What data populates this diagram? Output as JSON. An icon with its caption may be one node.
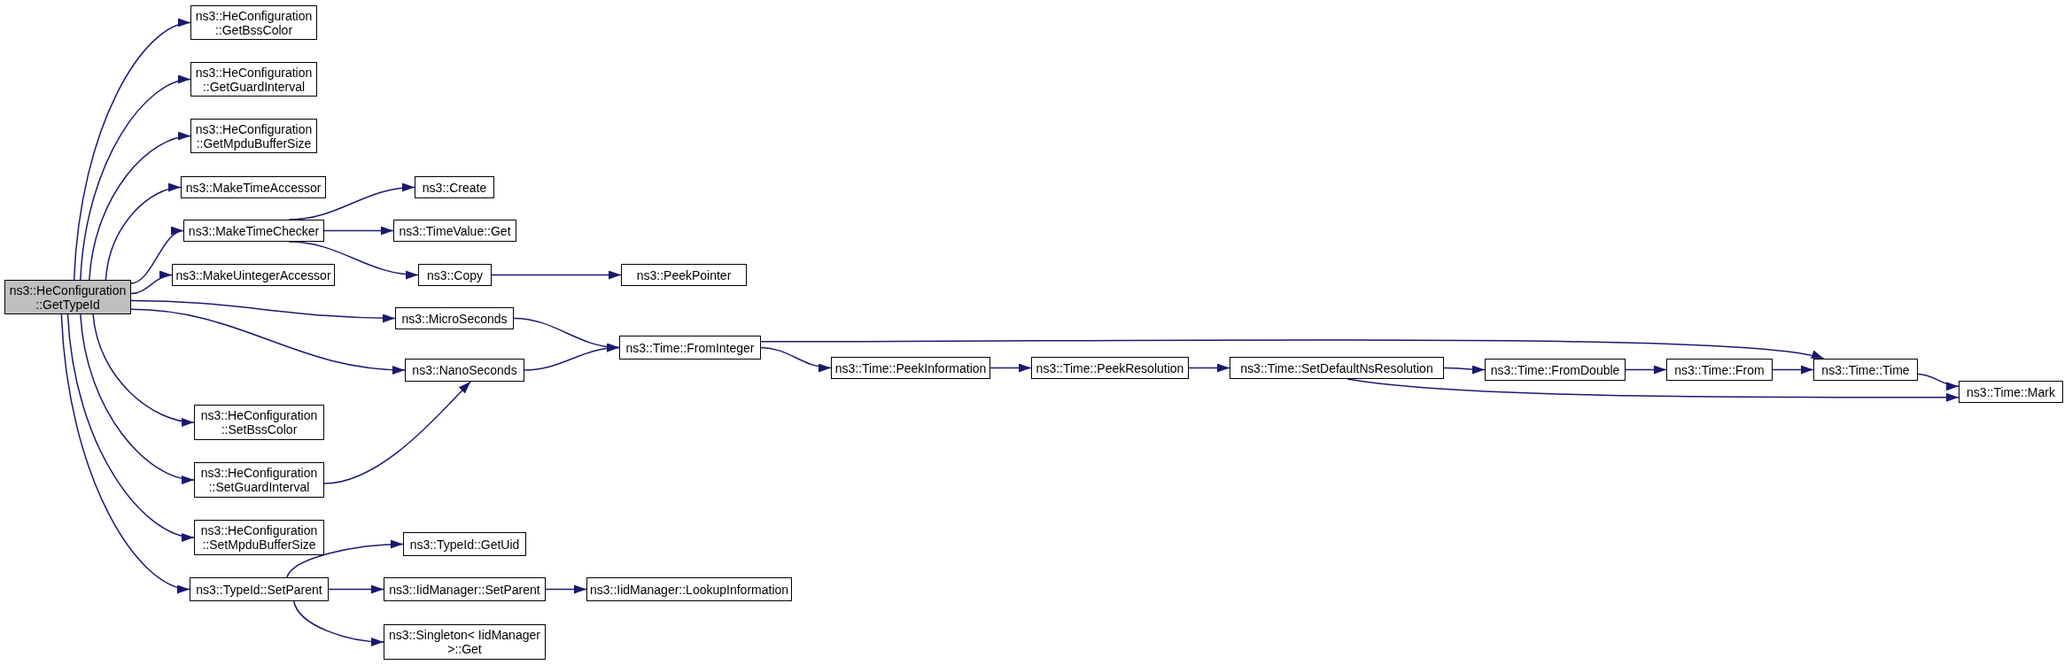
{
  "diagram": {
    "nodes": [
      {
        "text": [
          "ns3::HeConfiguration ::GetTypeId"
        ]
      },
      {
        "text": [
          "ns3::HeConfiguration ::GetBssColor"
        ]
      },
      {
        "text": [
          "ns3::HeConfiguration ::GetGuardInterval"
        ]
      },
      {
        "text": [
          "ns3::HeConfiguration ::GetMpduBufferSize"
        ]
      },
      {
        "text": [
          "ns3::MakeTimeAccessor"
        ]
      },
      {
        "text": [
          "ns3::MakeTimeChecker"
        ]
      },
      {
        "text": [
          "ns3::MakeUintegerAccessor"
        ]
      },
      {
        "text": [
          "ns3::MicroSeconds"
        ]
      },
      {
        "text": [
          "ns3::NanoSeconds"
        ]
      },
      {
        "text": [
          "ns3::HeConfiguration ::SetBssColor"
        ]
      },
      {
        "text": [
          "ns3::HeConfiguration ::SetGuardInterval"
        ]
      },
      {
        "text": [
          "ns3::HeConfiguration ::SetMpduBufferSize"
        ]
      },
      {
        "text": [
          "ns3::TypeId::SetParent"
        ]
      },
      {
        "text": [
          "ns3::Create"
        ]
      },
      {
        "text": [
          "ns3::TimeValue::Get"
        ]
      },
      {
        "text": [
          "ns3::Copy"
        ]
      },
      {
        "text": [
          "ns3::Time::FromInteger"
        ]
      },
      {
        "text": [
          "ns3::TypeId::GetUid"
        ]
      },
      {
        "text": [
          "ns3::IidManager::SetParent"
        ]
      },
      {
        "text": [
          "ns3::Singleton< IidManager >::Get"
        ]
      },
      {
        "text": [
          "ns3::PeekPointer"
        ]
      },
      {
        "text": [
          "ns3::Time::PeekInformation"
        ]
      },
      {
        "text": [
          "ns3::IidManager::LookupInformation"
        ]
      },
      {
        "text": [
          "ns3::Time::PeekResolution"
        ]
      },
      {
        "text": [
          "ns3::Time::SetDefaultNsResolution"
        ]
      },
      {
        "text": [
          "ns3::Time::FromDouble"
        ]
      },
      {
        "text": [
          "ns3::Time::From"
        ]
      },
      {
        "text": [
          "ns3::Time::Time"
        ]
      },
      {
        "text": [
          "ns3::Time::Mark"
        ]
      }
    ],
    "edges": [
      {
        "from": 0,
        "to": 1,
        "arrow": "to"
      },
      {
        "from": 0,
        "to": 2,
        "arrow": "to"
      },
      {
        "from": 0,
        "to": 3,
        "arrow": "to"
      },
      {
        "from": 0,
        "to": 4,
        "arrow": "to"
      },
      {
        "from": 0,
        "to": 5,
        "arrow": "to"
      },
      {
        "from": 0,
        "to": 6,
        "arrow": "to"
      },
      {
        "from": 0,
        "to": 7,
        "arrow": "to"
      },
      {
        "from": 0,
        "to": 8,
        "arrow": "to"
      },
      {
        "from": 0,
        "to": 9,
        "arrow": "to"
      },
      {
        "from": 0,
        "to": 10,
        "arrow": "to"
      },
      {
        "from": 0,
        "to": 11,
        "arrow": "to"
      },
      {
        "from": 0,
        "to": 12,
        "arrow": "to"
      },
      {
        "from": 5,
        "to": 13,
        "arrow": "to"
      },
      {
        "from": 5,
        "to": 14,
        "arrow": "to"
      },
      {
        "from": 5,
        "to": 15,
        "arrow": "to"
      },
      {
        "from": 15,
        "to": 20,
        "arrow": "to"
      },
      {
        "from": 7,
        "to": 16,
        "arrow": "to"
      },
      {
        "from": 8,
        "to": 16,
        "arrow": "to"
      },
      {
        "from": 10,
        "to": 8,
        "arrow": "to"
      },
      {
        "from": 16,
        "to": 27,
        "arrow": "to"
      },
      {
        "from": 16,
        "to": 21,
        "arrow": "to"
      },
      {
        "from": 21,
        "to": 23,
        "arrow": "to"
      },
      {
        "from": 23,
        "to": 24,
        "arrow": "to"
      },
      {
        "from": 24,
        "to": 25,
        "arrow": "to"
      },
      {
        "from": 24,
        "to": 28,
        "arrow": "to"
      },
      {
        "from": 25,
        "to": 26,
        "arrow": "to"
      },
      {
        "from": 26,
        "to": 27,
        "arrow": "to"
      },
      {
        "from": 27,
        "to": 28,
        "arrow": "to"
      },
      {
        "from": 12,
        "to": 17,
        "arrow": "to"
      },
      {
        "from": 12,
        "to": 18,
        "arrow": "to"
      },
      {
        "from": 12,
        "to": 19,
        "arrow": "to"
      },
      {
        "from": 18,
        "to": 22,
        "arrow": "to"
      }
    ]
  }
}
